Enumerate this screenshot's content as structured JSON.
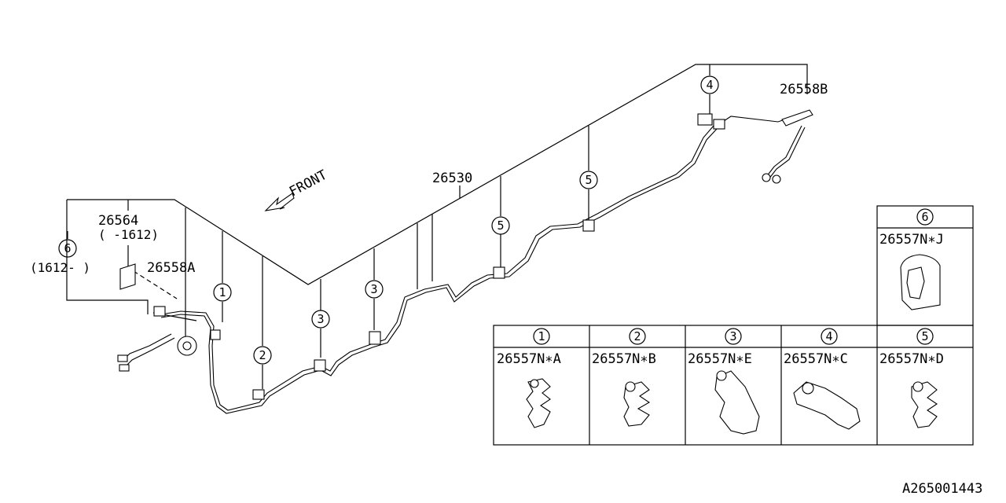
{
  "labels": {
    "main_line": "26530",
    "hose_b": "26558B",
    "hose_a": "26558A",
    "bracket": "26564",
    "bracket_note": "( -1612)",
    "alt_note": "(1612- )",
    "front": "FRONT",
    "diagram_id": "A265001443"
  },
  "callouts": {
    "c1": "1",
    "c2": "2",
    "c3": "3",
    "c4": "4",
    "c5": "5",
    "c6": "6"
  },
  "clips": [
    {
      "num": "1",
      "part": "26557N∗A"
    },
    {
      "num": "2",
      "part": "26557N∗B"
    },
    {
      "num": "3",
      "part": "26557N∗E"
    },
    {
      "num": "4",
      "part": "26557N∗C"
    },
    {
      "num": "5",
      "part": "26557N∗D"
    },
    {
      "num": "6",
      "part": "26557N∗J"
    }
  ]
}
